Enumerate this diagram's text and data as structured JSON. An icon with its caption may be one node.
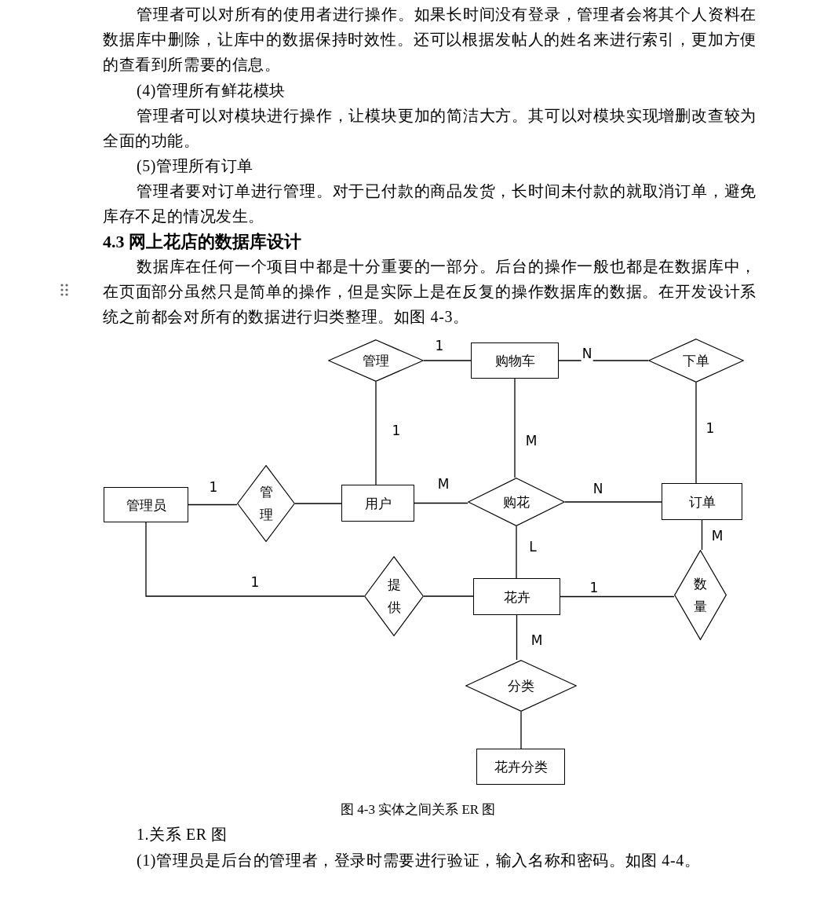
{
  "diagram": {
    "title": "4.3 网上花店的数据库设计",
    "caption": "图 4-3 实体之间关系 ER 图",
    "nodes": [
      {
        "text": [
          "管理"
        ]
      },
      {
        "text": [
          "购物车"
        ]
      },
      {
        "text": [
          "下单"
        ]
      },
      {
        "text": [
          "管理员"
        ]
      },
      {
        "text": [
          "管理"
        ]
      },
      {
        "text": [
          "用户"
        ]
      },
      {
        "text": [
          "购花"
        ]
      },
      {
        "text": [
          "订单"
        ]
      },
      {
        "text": [
          "提供"
        ]
      },
      {
        "text": [
          "花卉"
        ]
      },
      {
        "text": [
          "数量"
        ]
      },
      {
        "text": [
          "分类"
        ]
      },
      {
        "text": [
          "花卉分类"
        ]
      }
    ],
    "edges": [
      {
        "from": 0,
        "to": 1,
        "arrow": "none",
        "label": "1"
      },
      {
        "from": 1,
        "to": 2,
        "arrow": "none",
        "label": "N"
      },
      {
        "from": 0,
        "to": 5,
        "arrow": "none",
        "label": "1"
      },
      {
        "from": 1,
        "to": 6,
        "arrow": "none",
        "label": "M"
      },
      {
        "from": 2,
        "to": 7,
        "arrow": "none",
        "label": "1"
      },
      {
        "from": 3,
        "to": 4,
        "arrow": "none",
        "label": "1"
      },
      {
        "from": 4,
        "to": 5,
        "arrow": "none"
      },
      {
        "from": 5,
        "to": 6,
        "arrow": "none",
        "label": "M"
      },
      {
        "from": 6,
        "to": 7,
        "arrow": "none",
        "label": "N"
      },
      {
        "from": 6,
        "to": 9,
        "arrow": "none",
        "label": "L"
      },
      {
        "from": 7,
        "to": 10,
        "arrow": "none",
        "label": "M"
      },
      {
        "from": 3,
        "to": 8,
        "arrow": "none",
        "label": "1"
      },
      {
        "from": 8,
        "to": 9,
        "arrow": "none"
      },
      {
        "from": 9,
        "to": 10,
        "arrow": "none",
        "label": "1"
      },
      {
        "from": 9,
        "to": 11,
        "arrow": "none",
        "label": "M"
      },
      {
        "from": 11,
        "to": 12,
        "arrow": "none"
      }
    ],
    "labels": [
      "管理者可以对所有的使用者进行操作。如果长时间没有登录，管理者会将其个人资料在数据库中删除，让库中的数据保持时效性。还可以根据发帖人的姓名来进行索引，更加方便的查看到所需要的信息。",
      "(4)管理所有鲜花模块",
      "管理者可以对模块进行操作，让模块更加的简洁大方。其可以对模块实现增删改查较为全面的功能。",
      "(5)管理所有订单",
      "管理者要对订单进行管理。对于已付款的商品发货，长时间未付款的就取消订单，避免库存不足的情况发生。",
      "数据库在任何一个项目中都是十分重要的一部分。后台的操作一般也都是在数据库中，在页面部分虽然只是简单的操作，但是实际上是在反复的操作数据库的数据。在开发设计系统之前都会对所有的数据进行归类整理。如图 4-3。",
      "1.关系 ER 图",
      "(1)管理员是后台的管理者，登录时需要进行验证，输入名称和密码。如图 4-4。"
    ]
  }
}
